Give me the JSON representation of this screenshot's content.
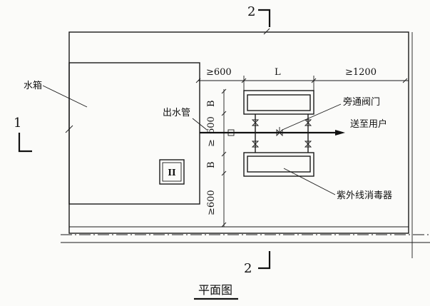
{
  "labels": {
    "water_tank": "水箱",
    "outlet_pipe": "出水管",
    "bypass_valve": "旁通阀门",
    "to_user": "送至用户",
    "uv_sterilizer": "紫外线消毒器",
    "plan_view": "平面图"
  },
  "dimensions": {
    "left_clearance": "≥600",
    "length": "L",
    "right_clearance": "≥1200",
    "b_top": "B",
    "mid_600": "600",
    "mid_ge": "≥",
    "b_bottom": "B",
    "bottom_600": "≥600"
  },
  "section_marks": {
    "top": "2",
    "bottom": "2",
    "left": "1"
  },
  "hatch_symbol": "II",
  "colors": {
    "line": "#1a1a1a",
    "background": "#fbfbf9"
  }
}
